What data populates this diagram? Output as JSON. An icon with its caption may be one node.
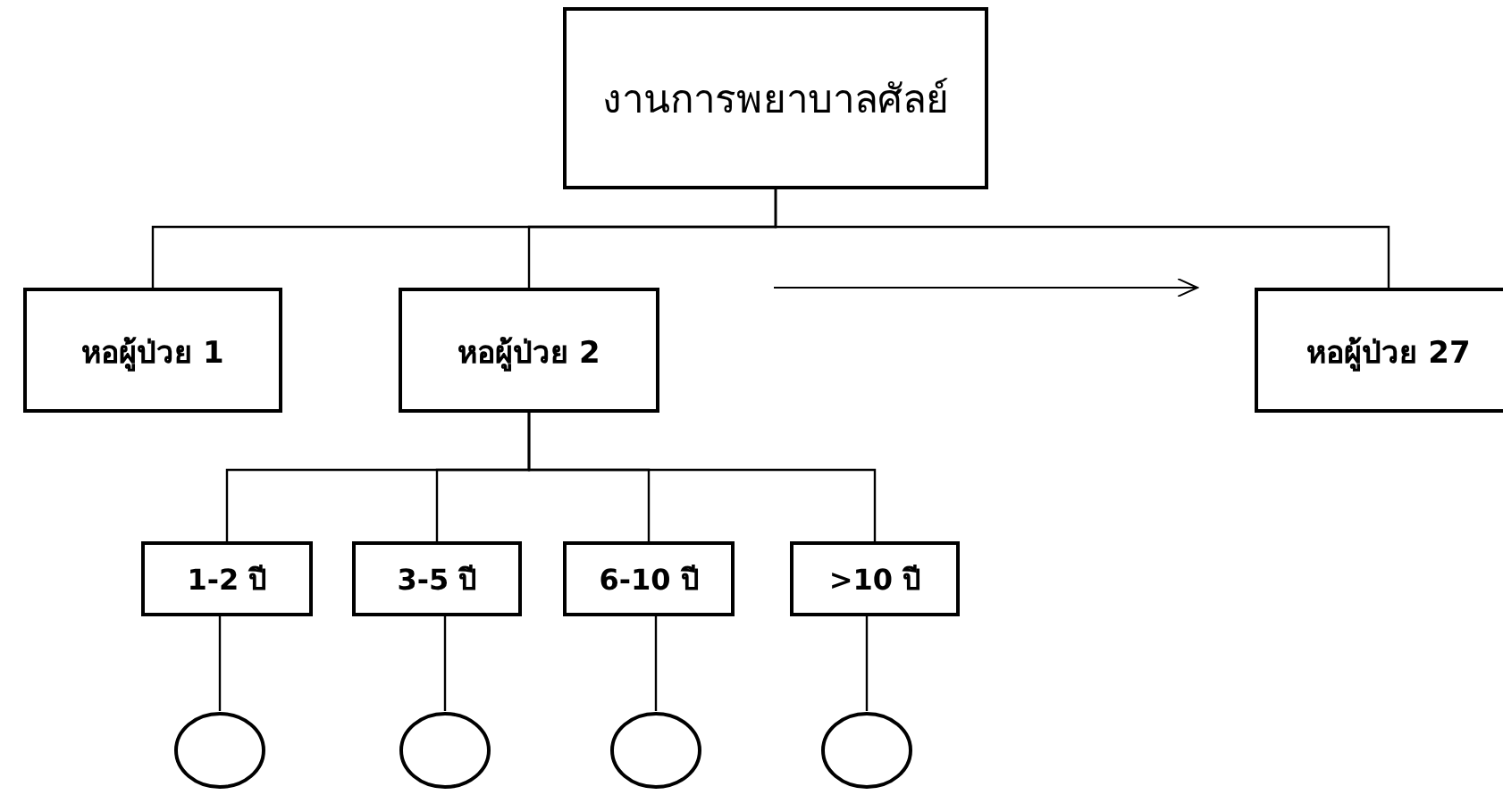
{
  "diagram": {
    "nodes": [
      {
        "text": [
          "งานการพยาบาลศัลย์"
        ]
      },
      {
        "text": [
          "หอผู้ป่วย 1"
        ]
      },
      {
        "text": [
          "หอผู้ป่วย 2"
        ]
      },
      {
        "text": [
          "หอผู้ป่วย 27"
        ]
      },
      {
        "text": [
          "1-2 ปี"
        ]
      },
      {
        "text": [
          "3-5 ปี"
        ]
      },
      {
        "text": [
          "6-10 ปี"
        ]
      },
      {
        "text": [
          ">10 ปี"
        ]
      },
      {
        "text": [],
        "shape": "circle"
      },
      {
        "text": [],
        "shape": "circle"
      },
      {
        "text": [],
        "shape": "circle"
      },
      {
        "text": [],
        "shape": "circle"
      }
    ],
    "edges": [
      {
        "from": 0,
        "to": 1,
        "arrow": "none"
      },
      {
        "from": 0,
        "to": 2,
        "arrow": "none"
      },
      {
        "from": 0,
        "to": 3,
        "arrow": "none"
      },
      {
        "from": 2,
        "to": 4,
        "arrow": "none"
      },
      {
        "from": 2,
        "to": 5,
        "arrow": "none"
      },
      {
        "from": 2,
        "to": 6,
        "arrow": "none"
      },
      {
        "from": 2,
        "to": 7,
        "arrow": "none"
      },
      {
        "from": 4,
        "to": 8,
        "arrow": "none"
      },
      {
        "from": 5,
        "to": 9,
        "arrow": "none"
      },
      {
        "from": 6,
        "to": 10,
        "arrow": "none"
      },
      {
        "from": 7,
        "to": 11,
        "arrow": "none"
      }
    ]
  }
}
